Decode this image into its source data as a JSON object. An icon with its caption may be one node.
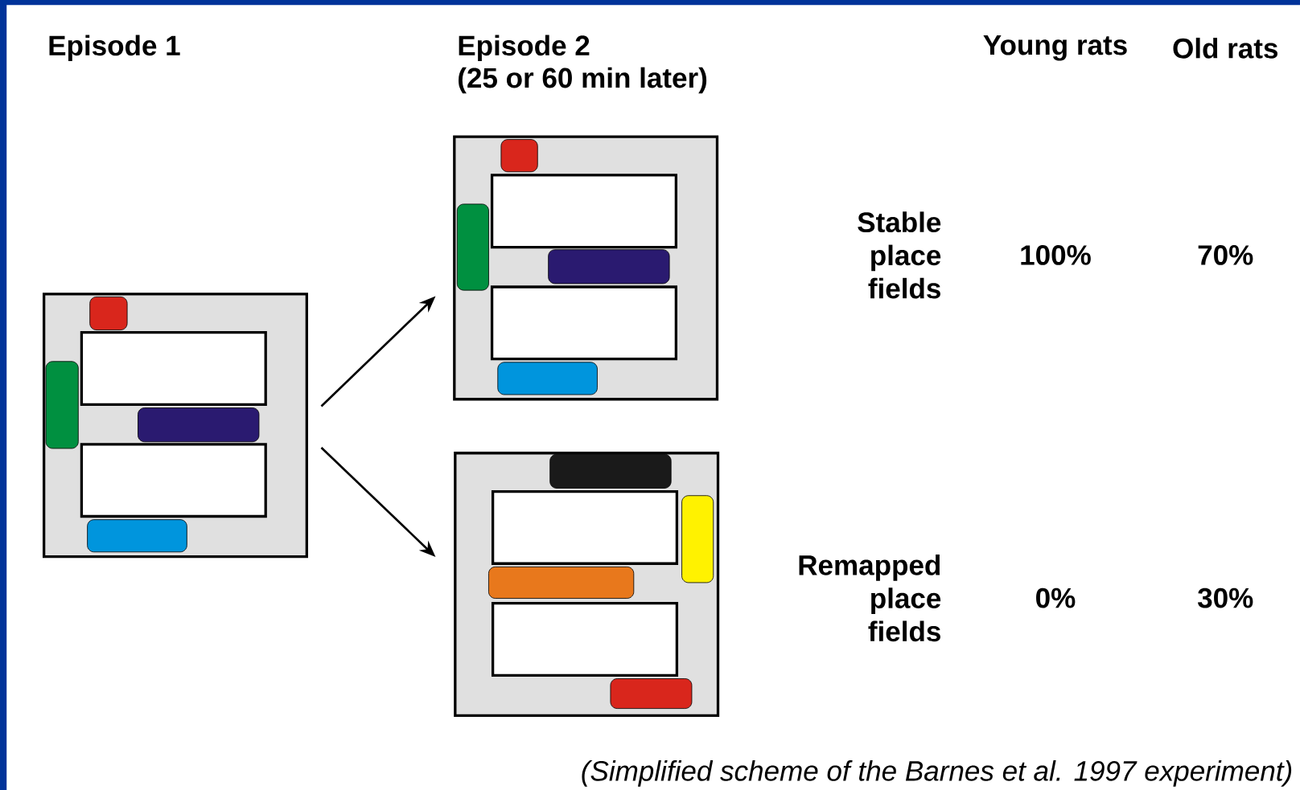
{
  "diagram": {
    "caption": "(Simplified scheme of the Barnes et al. 1997 experiment)",
    "nodes": [
      {
        "text": [],
        "shape": "box"
      },
      {
        "text": [],
        "shape": "box"
      },
      {
        "text": [],
        "shape": "box"
      }
    ],
    "edges": [
      {
        "from": 0,
        "to": 1,
        "arrow": "to"
      },
      {
        "from": 0,
        "to": 2,
        "arrow": "to"
      }
    ],
    "labels": [
      "Episode 1",
      "Episode 2",
      "(25 or 60 min later)",
      "Young rats",
      "Old rats",
      "Stable place fields",
      "100%",
      "70%",
      "Remapped place fields",
      "0%",
      "30%"
    ]
  }
}
